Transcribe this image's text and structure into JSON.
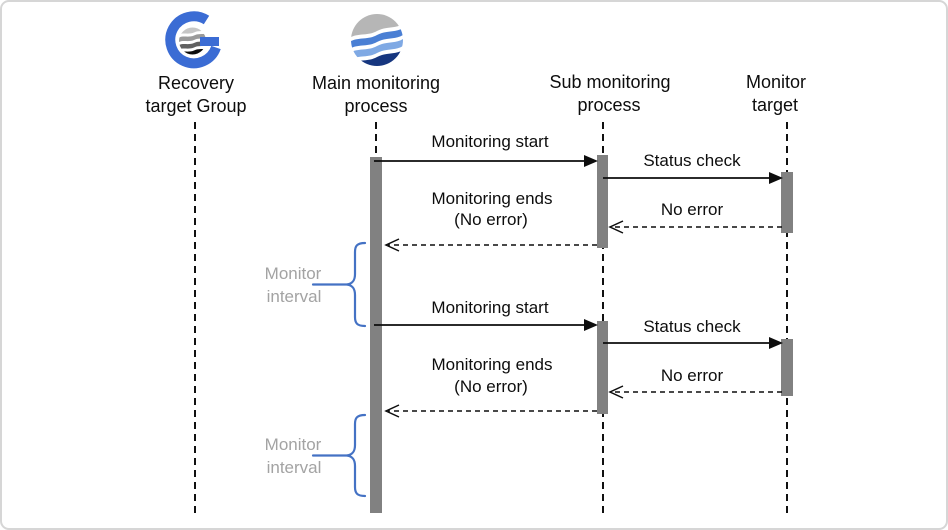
{
  "actors": {
    "recovery_group": {
      "line1": "Recovery",
      "line2": "target Group",
      "icon": "recovery-group-logo"
    },
    "main_process": {
      "line1": "Main monitoring",
      "line2": "process",
      "icon": "wave-sphere-logo"
    },
    "sub_process": {
      "line1": "Sub monitoring",
      "line2": "process"
    },
    "monitor_target": {
      "line1": "Monitor",
      "line2": "target"
    }
  },
  "messages": {
    "monitoring_start": "Monitoring start",
    "status_check": "Status check",
    "monitoring_ends_line1": "Monitoring ends",
    "monitoring_ends_line2": "(No error)",
    "no_error": "No error"
  },
  "annotations": {
    "monitor_interval_line1": "Monitor",
    "monitor_interval_line2": "interval"
  },
  "colors": {
    "bracket_blue": "#4472c4",
    "activation_bar_gray": "#818181",
    "interval_text_gray": "#a3a3a3",
    "lifeline_black": "#111111",
    "logo_ring_blue": "#3b6cd4",
    "logo_navy": "#16367f",
    "border_gray": "#d6d6d6"
  }
}
